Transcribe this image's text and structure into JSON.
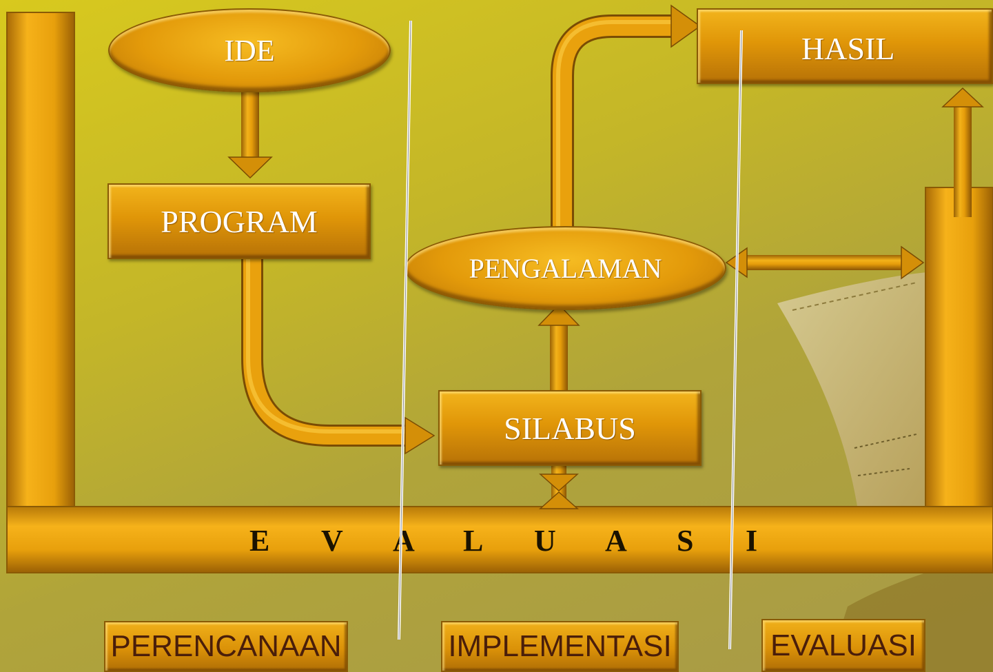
{
  "diagram": {
    "nodes": {
      "ide": "IDE",
      "program": "PROGRAM",
      "pengalaman": "PENGALAMAN",
      "silabus": "SILABUS",
      "hasil": "HASIL"
    },
    "evaluasi_bar_letters": [
      "E",
      "V",
      "A",
      "L",
      "U",
      "A",
      "S",
      "I"
    ],
    "phases": {
      "perencanaan": "PERENCANAAN",
      "implementasi": "IMPLEMENTASI",
      "evaluasi": "EVALUASI"
    },
    "colors": {
      "gold": "#e39a0a",
      "gold_light": "#f6bc22",
      "gold_dark": "#8a5a05",
      "background": "#c4b628",
      "phase_text": "#4a1e0a"
    }
  }
}
